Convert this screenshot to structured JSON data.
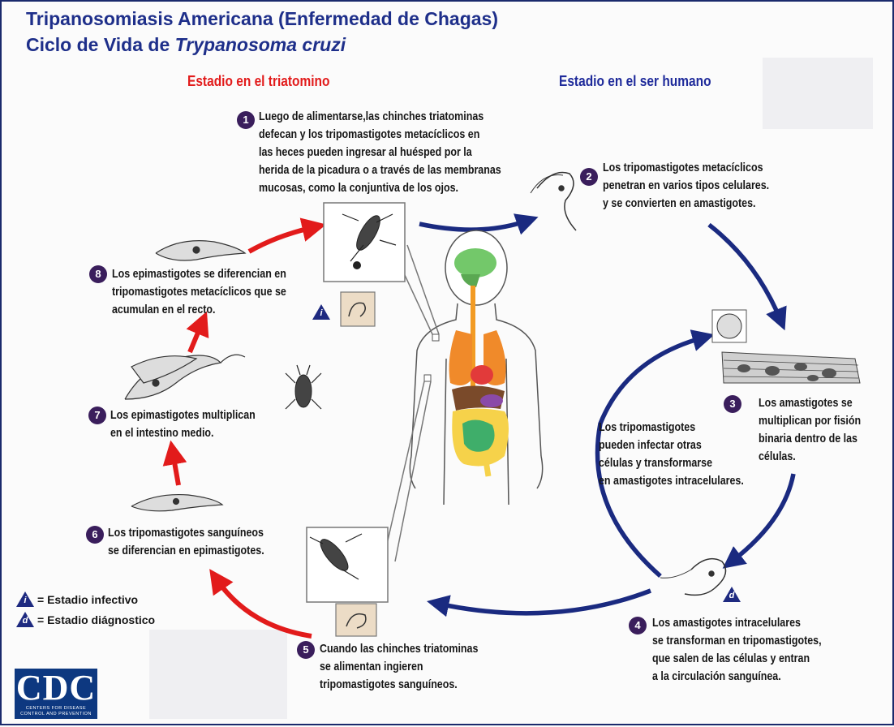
{
  "title": {
    "line1": "Tripanosomiasis Americana (Enfermedad de Chagas)",
    "line2_prefix": "Ciclo de Vida de ",
    "line2_italic": "Trypanosoma cruzi"
  },
  "headings": {
    "vector": "Estadio en el triatomino",
    "human": "Estadio en el ser humano"
  },
  "steps": [
    {
      "num": "1",
      "lines": [
        "Luego de alimentarse,las chinches triatominas",
        "defecan y los tripomastigotes metacíclicos en",
        "las heces pueden ingresar al huésped por la",
        "herida de la picadura o a través de las membranas",
        "mucosas, como la conjuntiva de los ojos."
      ]
    },
    {
      "num": "2",
      "lines": [
        "Los tripomastigotes metacíclicos",
        "penetran en varios tipos celulares.",
        "y se convierten en amastigotes."
      ]
    },
    {
      "num": "3",
      "lines": [
        "Los amastigotes se",
        "multiplican por fisión",
        "binaria dentro de las",
        "células."
      ]
    },
    {
      "num": "4",
      "lines": [
        "Los amastigotes intracelulares",
        "se transforman en tripomastigotes,",
        "que salen de las células y  entran",
        "a la circulación sanguínea."
      ]
    },
    {
      "num": "5",
      "lines": [
        "Cuando las chinches triatominas",
        "se alimentan ingieren",
        "tripomastigotes sanguíneos."
      ]
    },
    {
      "num": "6",
      "lines": [
        "Los tripomastigotes sanguíneos",
        "se diferencian en epimastigotes."
      ]
    },
    {
      "num": "7",
      "lines": [
        "Los epimastigotes multiplican",
        "en el intestino medio."
      ]
    },
    {
      "num": "8",
      "lines": [
        "Los epimastigotes se diferencian en",
        "tripomastigotes metacíclicos que se",
        "acumulan en el recto."
      ]
    }
  ],
  "middle_note": [
    "Los tripomastigotes",
    "pueden infectar otras",
    "células y transformarse",
    "en amastigotes intracelulares."
  ],
  "markers": {
    "infective": "i",
    "diagnostic": "d"
  },
  "legend": {
    "infective": "= Estadio infectivo",
    "diagnostic": "= Estadio diágnostico"
  },
  "logo": {
    "text": "CDC",
    "small_line1": "CENTERS FOR DISEASE",
    "small_line2": "CONTROL AND PREVENTION"
  },
  "colors": {
    "title": "#1e2f8a",
    "vector_heading": "#e21b1b",
    "human_heading": "#1e2a9a",
    "vector_arrows": "#e21b1b",
    "human_arrows": "#1a2a80",
    "step_badge": "#3a1e5c",
    "logo_bg": "#0d3880"
  },
  "icons": [
    "triatomine-bug-icon",
    "trypomastigote-icon",
    "epimastigote-icon",
    "amastigote-cell-icon",
    "muscle-tissue-icon",
    "human-body-icon"
  ]
}
